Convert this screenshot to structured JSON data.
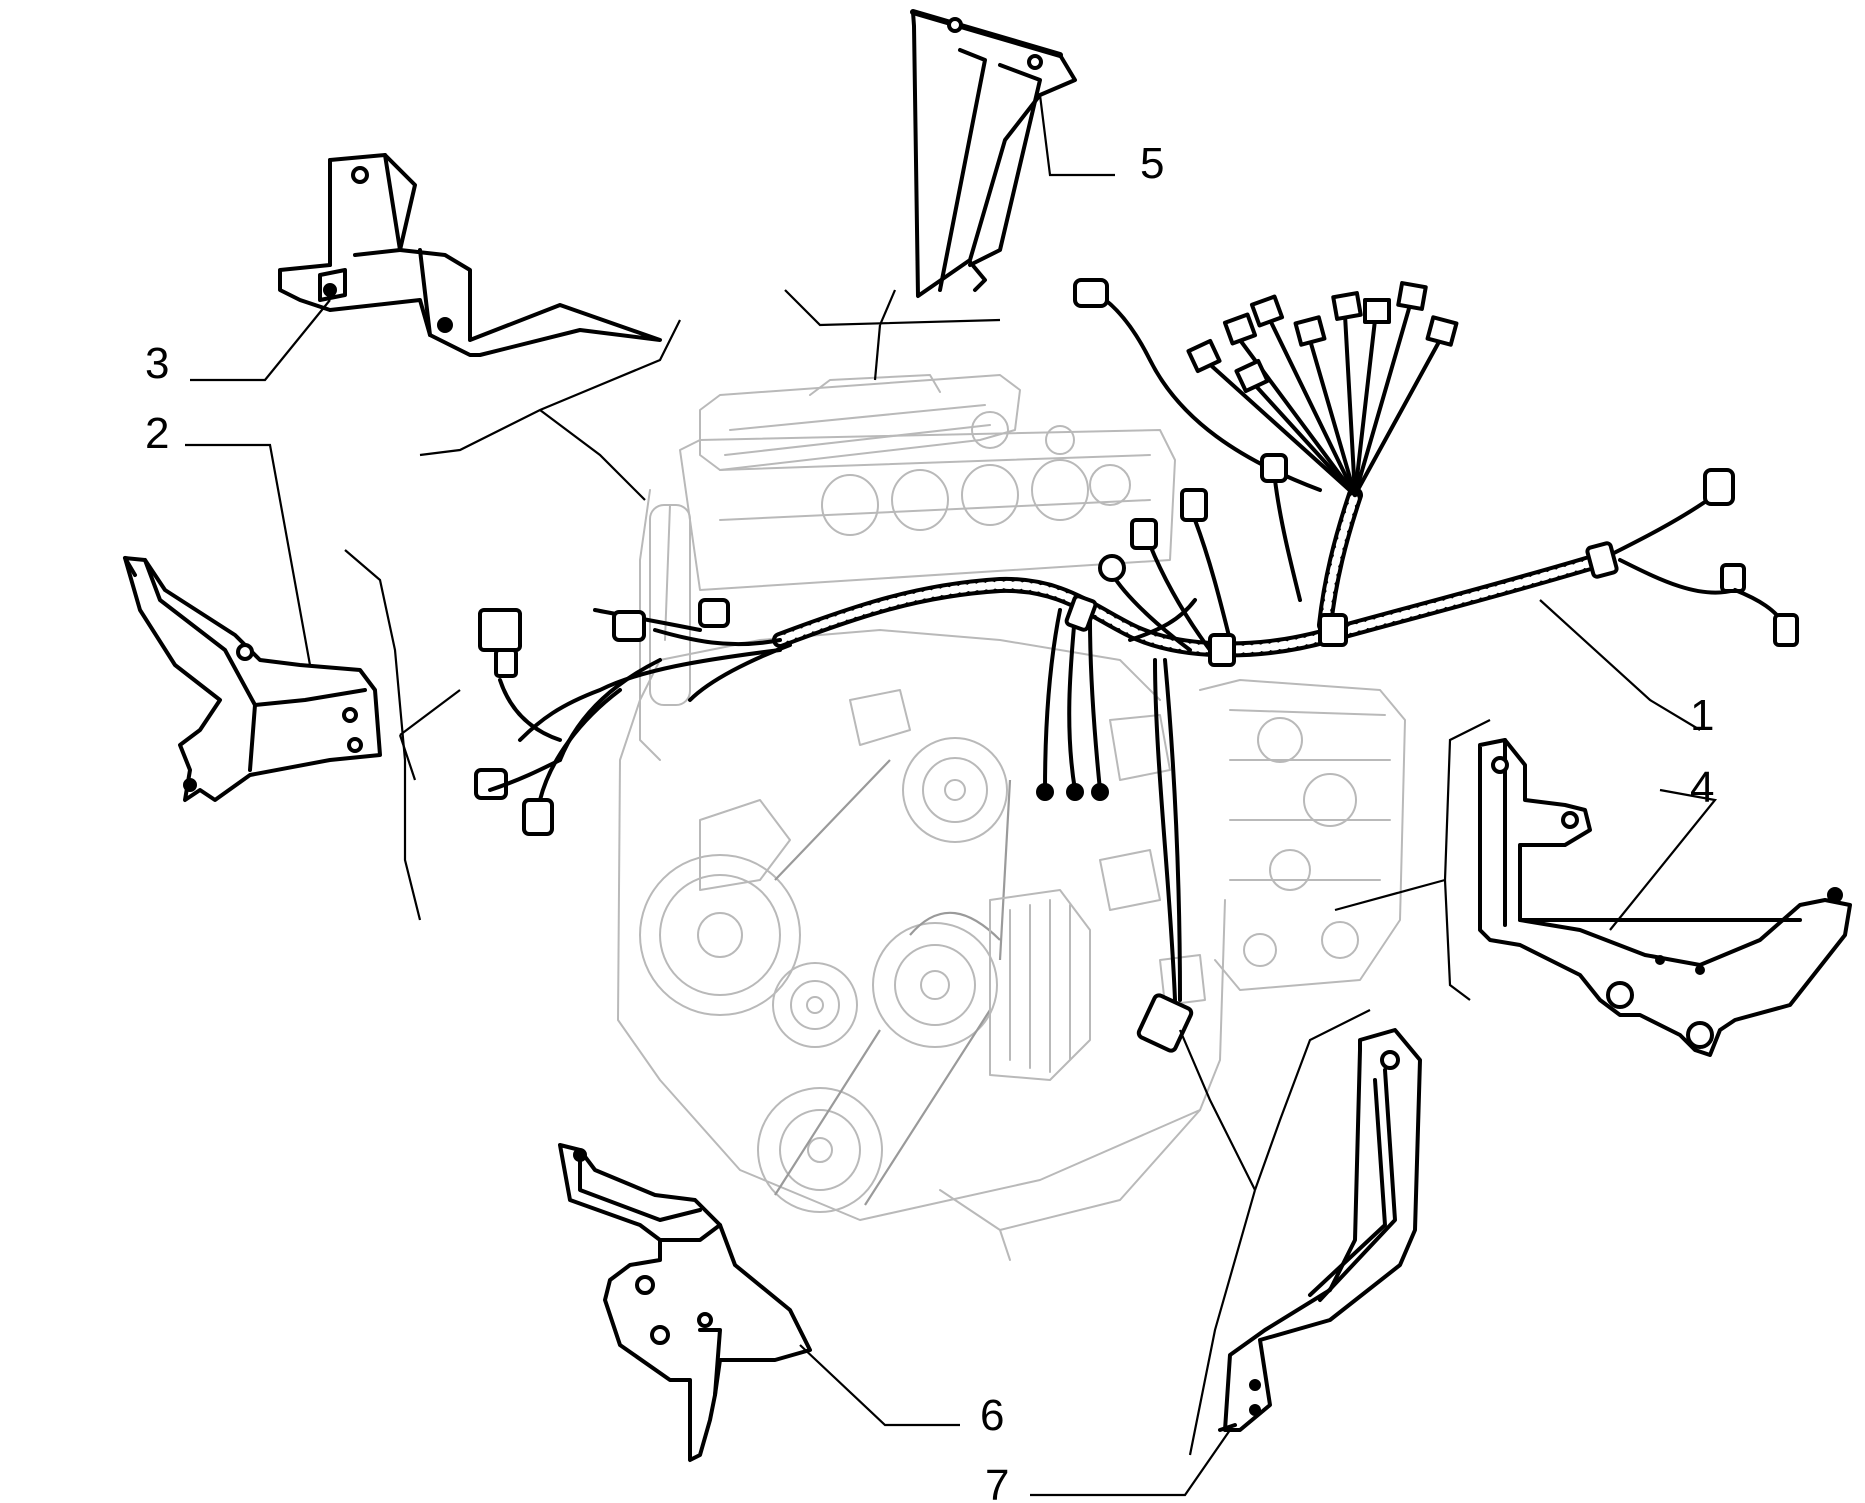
{
  "diagram": {
    "callouts": [
      "1",
      "2",
      "3",
      "4",
      "5",
      "6",
      "7"
    ],
    "colors": {
      "ink": "#000000",
      "engine_outline": "#b9b9b9",
      "background": "#ffffff"
    }
  }
}
